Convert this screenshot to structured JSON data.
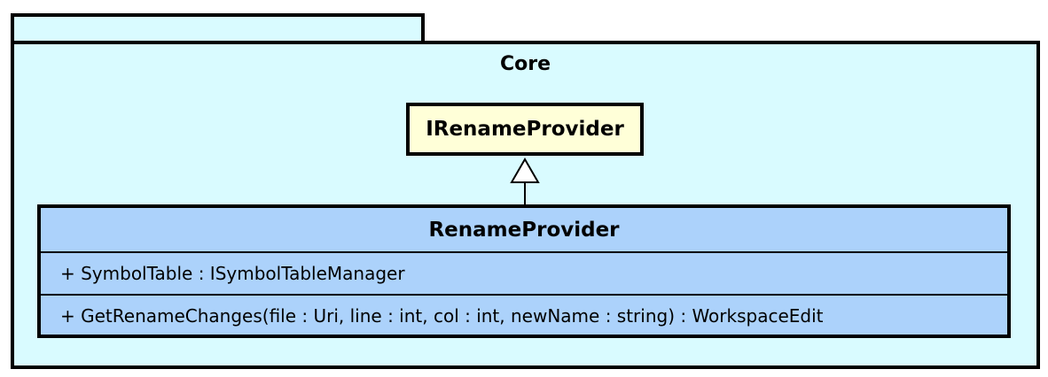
{
  "package": {
    "name": "Core"
  },
  "interface": {
    "name": "IRenameProvider"
  },
  "class": {
    "name": "RenameProvider",
    "attributes": [
      "+ SymbolTable : ISymbolTableManager"
    ],
    "operations": [
      "+ GetRenameChanges(file : Uri, line : int, col : int, newName : string) : WorkspaceEdit"
    ]
  },
  "colors": {
    "package_fill": "#d9fbff",
    "interface_fill": "#ffffd8",
    "class_fill": "#acd2fb",
    "border": "#000000"
  }
}
